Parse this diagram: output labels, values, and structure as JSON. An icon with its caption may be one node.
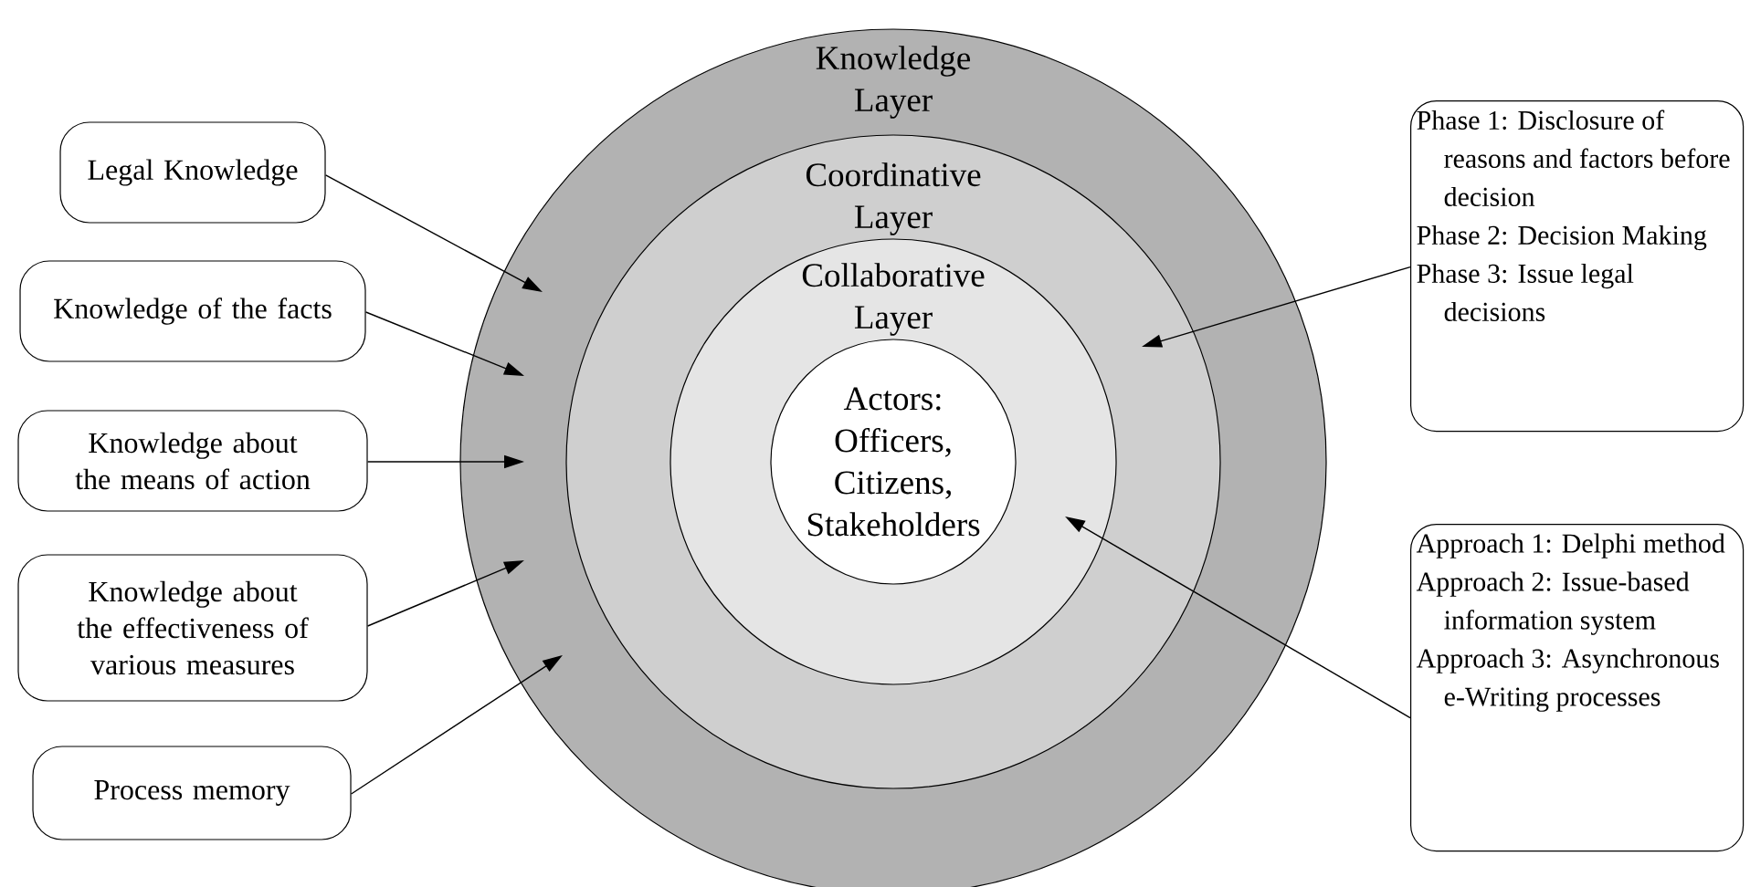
{
  "diagram": {
    "nodes": [
      {
        "text": [
          "Knowledge Layer"
        ]
      },
      {
        "text": [
          "Coordinative Layer"
        ],
        "in": 0
      },
      {
        "text": [
          "Collaborative Layer"
        ],
        "in": 1
      },
      {
        "text": [
          "Actors: Officers, Citizens, Stakeholders"
        ],
        "in": 2
      },
      {
        "text": [
          "Legal Knowledge"
        ]
      },
      {
        "text": [
          "Knowledge of the facts"
        ]
      },
      {
        "text": [
          "Knowledge about the means of action"
        ]
      },
      {
        "text": [
          "Knowledge about the effectiveness of various measures"
        ]
      },
      {
        "text": [
          "Process memory"
        ]
      },
      {
        "text": [
          "Phase 1: Disclosure of reasons and factors before decision",
          "Phase 2: Decision Making",
          "Phase 3: Issue legal decisions"
        ]
      },
      {
        "text": [
          "Approach 1: Delphi method",
          "Approach 2: Issue-based information system",
          "Approach 3: Asynchronous e-Writing processes"
        ]
      }
    ],
    "edges": [
      {
        "from": 4,
        "to": 0,
        "arrow": "to"
      },
      {
        "from": 5,
        "to": 0,
        "arrow": "to"
      },
      {
        "from": 6,
        "to": 0,
        "arrow": "to"
      },
      {
        "from": 7,
        "to": 0,
        "arrow": "to"
      },
      {
        "from": 8,
        "to": 0,
        "arrow": "to"
      },
      {
        "from": 9,
        "to": 1,
        "arrow": "to"
      },
      {
        "from": 10,
        "to": 2,
        "arrow": "to"
      }
    ]
  }
}
